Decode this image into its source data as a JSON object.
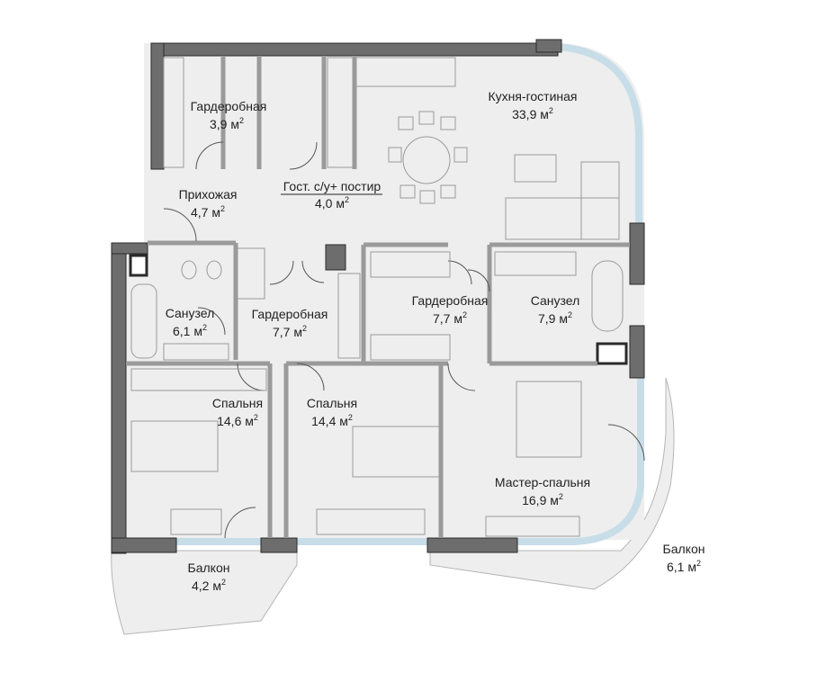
{
  "unit": "м",
  "unit_power": "2",
  "rooms": [
    {
      "id": "kitchen_living",
      "name": "Кухня-гостиная",
      "area": "33,9"
    },
    {
      "id": "wardrobe_entry",
      "name": "Гардеробная",
      "area": "3,9"
    },
    {
      "id": "hallway",
      "name": "Прихожая",
      "area": "4,7"
    },
    {
      "id": "guest_wc",
      "name": "Гост. с/у+ постир",
      "area": "4,0"
    },
    {
      "id": "bathroom_left",
      "name": "Санузел",
      "area": "6,1"
    },
    {
      "id": "wardrobe_center",
      "name": "Гардеробная",
      "area": "7,7"
    },
    {
      "id": "wardrobe_right",
      "name": "Гардеробная",
      "area": "7,7"
    },
    {
      "id": "bathroom_master",
      "name": "Санузел",
      "area": "7,9"
    },
    {
      "id": "bedroom_1",
      "name": "Спальня",
      "area": "14,6"
    },
    {
      "id": "bedroom_2",
      "name": "Спальня",
      "area": "14,4"
    },
    {
      "id": "master_bedroom",
      "name": "Мастер-спальня",
      "area": "16,9"
    },
    {
      "id": "balcony_left",
      "name": "Балкон",
      "area": "4,2"
    },
    {
      "id": "balcony_right",
      "name": "Балкон",
      "area": "6,1"
    }
  ],
  "colors": {
    "floor": "#eeeeee",
    "wall": "#6d6d6d",
    "wall_outline": "#2a2a2a",
    "glass": "#cfe1ea",
    "furniture": "#9a9a9a"
  }
}
